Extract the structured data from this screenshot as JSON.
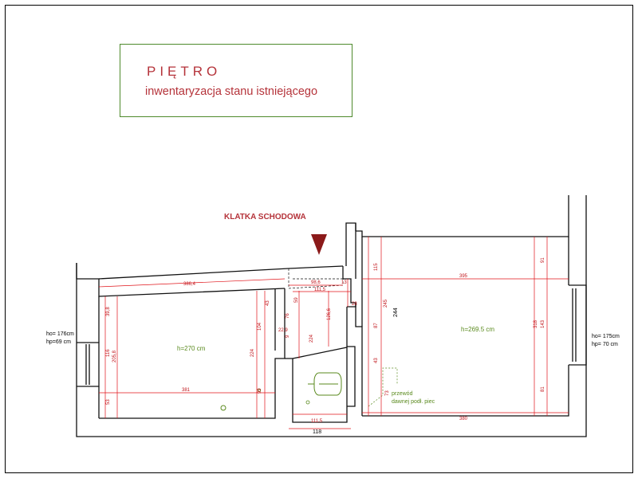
{
  "title": {
    "main": "PIĘTRO",
    "sub": "inwentaryzacja stanu istniejącego"
  },
  "labels": {
    "staircase": "KLATKA SCHODOWA",
    "left_window_ho": "ho= 176cm",
    "left_window_hp": "hp=69 cm",
    "right_window_ho": "ho= 175cm",
    "right_window_hp": "hp= 70 cm",
    "room_left_height": "h=270 cm",
    "room_right_height": "h=269.5 cm",
    "flue_line1": "przewód",
    "flue_line2": "dawnej podł. piec"
  },
  "dimensions": {
    "left_width_top": "386,4",
    "left_width_bottom": "381",
    "left_h_398": "39,8",
    "left_h_116": "116",
    "left_h_2058": "205,8",
    "left_h_53": "53",
    "left_h_224": "224",
    "left_h_43": "43",
    "left_h_104": "104",
    "left_h_99": "99",
    "mid_986": "98,6",
    "mid_1115_top": "111,5",
    "mid_1115_bottom": "111,5",
    "mid_118": "118",
    "mid_59": "59",
    "mid_76": "76",
    "mid_9": "9",
    "mid_229": "22,9",
    "mid_224": "224",
    "mid_1266": "126,6",
    "mid_13": "13",
    "mid_28": "28",
    "mid_87": "87",
    "mid_43": "43",
    "mid_73": "73",
    "mid_245": "245",
    "mid_244": "244",
    "mid_115": "115",
    "right_width_top": "395",
    "right_width_bottom": "380",
    "right_h_91": "91",
    "right_h_318": "318",
    "right_h_143": "143",
    "right_h_81": "81"
  },
  "colors": {
    "walls": "#111111",
    "dimensions": "#e0141a",
    "title": "#b5333a",
    "title_border": "#4e8a2c",
    "annotation_green": "#5a8a1e",
    "staircase_marker": "#8b1a1a"
  }
}
